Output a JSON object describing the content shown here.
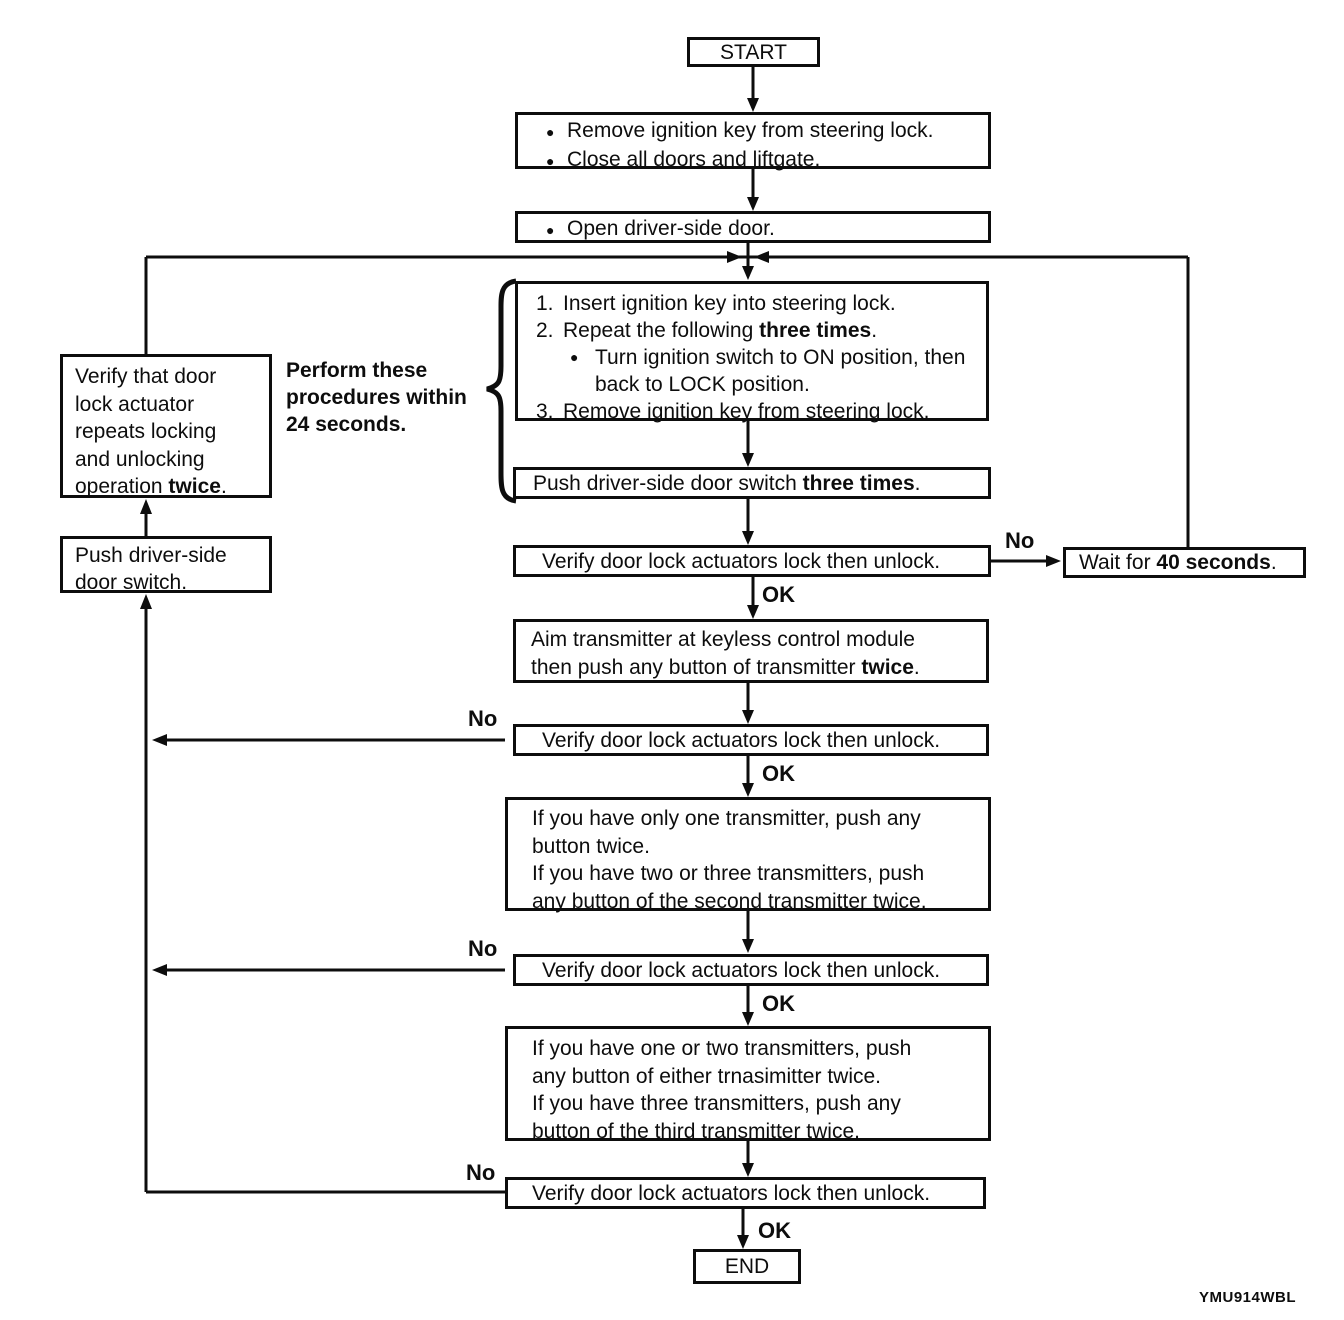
{
  "figure_code": "YMU914WBL",
  "glyphs": {
    "bullet": "●"
  },
  "labels": {
    "ok": "OK",
    "no": "No"
  },
  "nodes": {
    "start": {
      "label": "START"
    },
    "prep": {
      "items": [
        "Remove ignition key from steering lock.",
        "Close all doors and liftgate."
      ]
    },
    "open_door": {
      "text": "Open driver-side door."
    },
    "procedure": {
      "num1": "1.",
      "line1": "Insert ignition key into steering lock.",
      "num2": "2.",
      "line2_pre": "Repeat the following ",
      "line2_bold": "three times",
      "line2_post": ".",
      "line3": "Turn ignition switch to ON position, then",
      "line4": "back to LOCK position.",
      "num5": "3.",
      "line5": "Remove ignition key from steering lock."
    },
    "note": {
      "line1": "Perform these",
      "line2": "procedures within",
      "line3": "24 seconds."
    },
    "verify_actuator": {
      "line1": "Verify that door",
      "line2": "lock actuator",
      "line3": "repeats locking",
      "line4": "and unlocking",
      "line5_pre": "operation ",
      "line5_bold": "twice",
      "line5_post": "."
    },
    "push_switch": {
      "line1": "Push driver-side",
      "line2": "door switch."
    },
    "push_three": {
      "pre": "Push driver-side door switch ",
      "bold": "three times",
      "post": "."
    },
    "verify": {
      "label": "Verify door lock actuators lock then unlock."
    },
    "wait": {
      "pre": "Wait for ",
      "bold": "40 seconds",
      "post": "."
    },
    "aim": {
      "line1": "Aim transmitter at keyless control module",
      "line2_pre": "then push any button of transmitter ",
      "line2_bold": "twice",
      "line2_post": "."
    },
    "transmitter_second": {
      "line1": "If you have only one transmitter, push any",
      "line2": "button twice.",
      "line3": "If you have two or three transmitters, push",
      "line4": "any button of the second transmitter twice."
    },
    "transmitter_third": {
      "line1": "If you have one or two transmitters, push",
      "line2": "any button of either trnasimitter twice.",
      "line3": "If you have three transmitters, push any",
      "line4": "button of the third transmitter twice."
    },
    "end": {
      "label": "END"
    }
  }
}
